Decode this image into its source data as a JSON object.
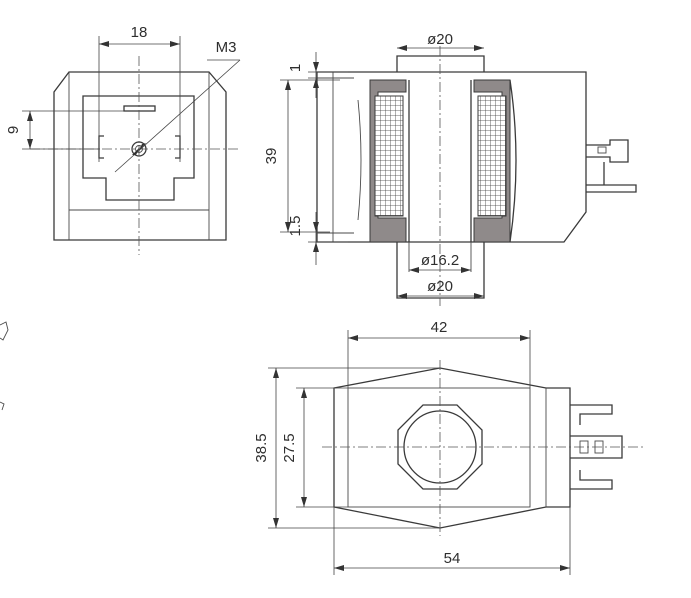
{
  "views": {
    "front": {
      "dims": {
        "width_top": "18",
        "thread": "M3",
        "offset_left": "9"
      }
    },
    "side": {
      "dims": {
        "bore_top": "ø20",
        "gap_top": "1",
        "height": "39",
        "gap_bottom": "1.5",
        "inner_bore": "ø16.2",
        "bore_bottom": "ø20"
      }
    },
    "top": {
      "dims": {
        "width_body": "42",
        "width_total": "54",
        "height_outer": "38.5",
        "height_inner": "27.5"
      }
    }
  },
  "colors": {
    "line": "#3a3a3a",
    "coil": "#8f8a8a"
  }
}
